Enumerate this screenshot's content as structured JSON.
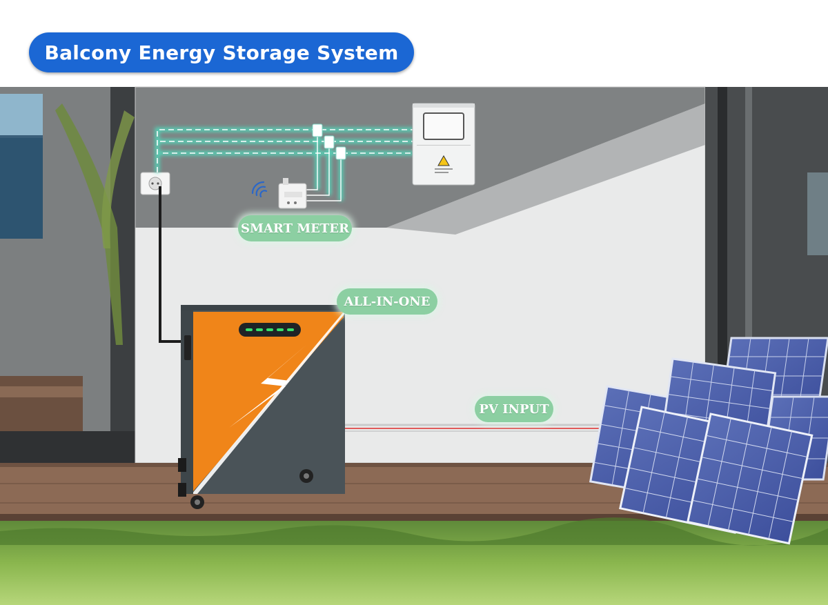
{
  "title": "Balcony Energy Storage System",
  "labels": {
    "smart_meter": "SMART METER",
    "all_in_one": "ALL-IN-ONE",
    "pv_input": "PV INPUT"
  },
  "colors": {
    "title_bg": "#1b67d4",
    "label_bg": "#8ccfa2",
    "battery_orange": "#f08519",
    "battery_gray": "#4a5358",
    "wire_glow": "#4ee0c0",
    "led_green": "#39e06a"
  },
  "icons": [
    "wifi-signal-icon",
    "lightning-bolt-icon",
    "warning-icon",
    "power-socket-icon"
  ]
}
